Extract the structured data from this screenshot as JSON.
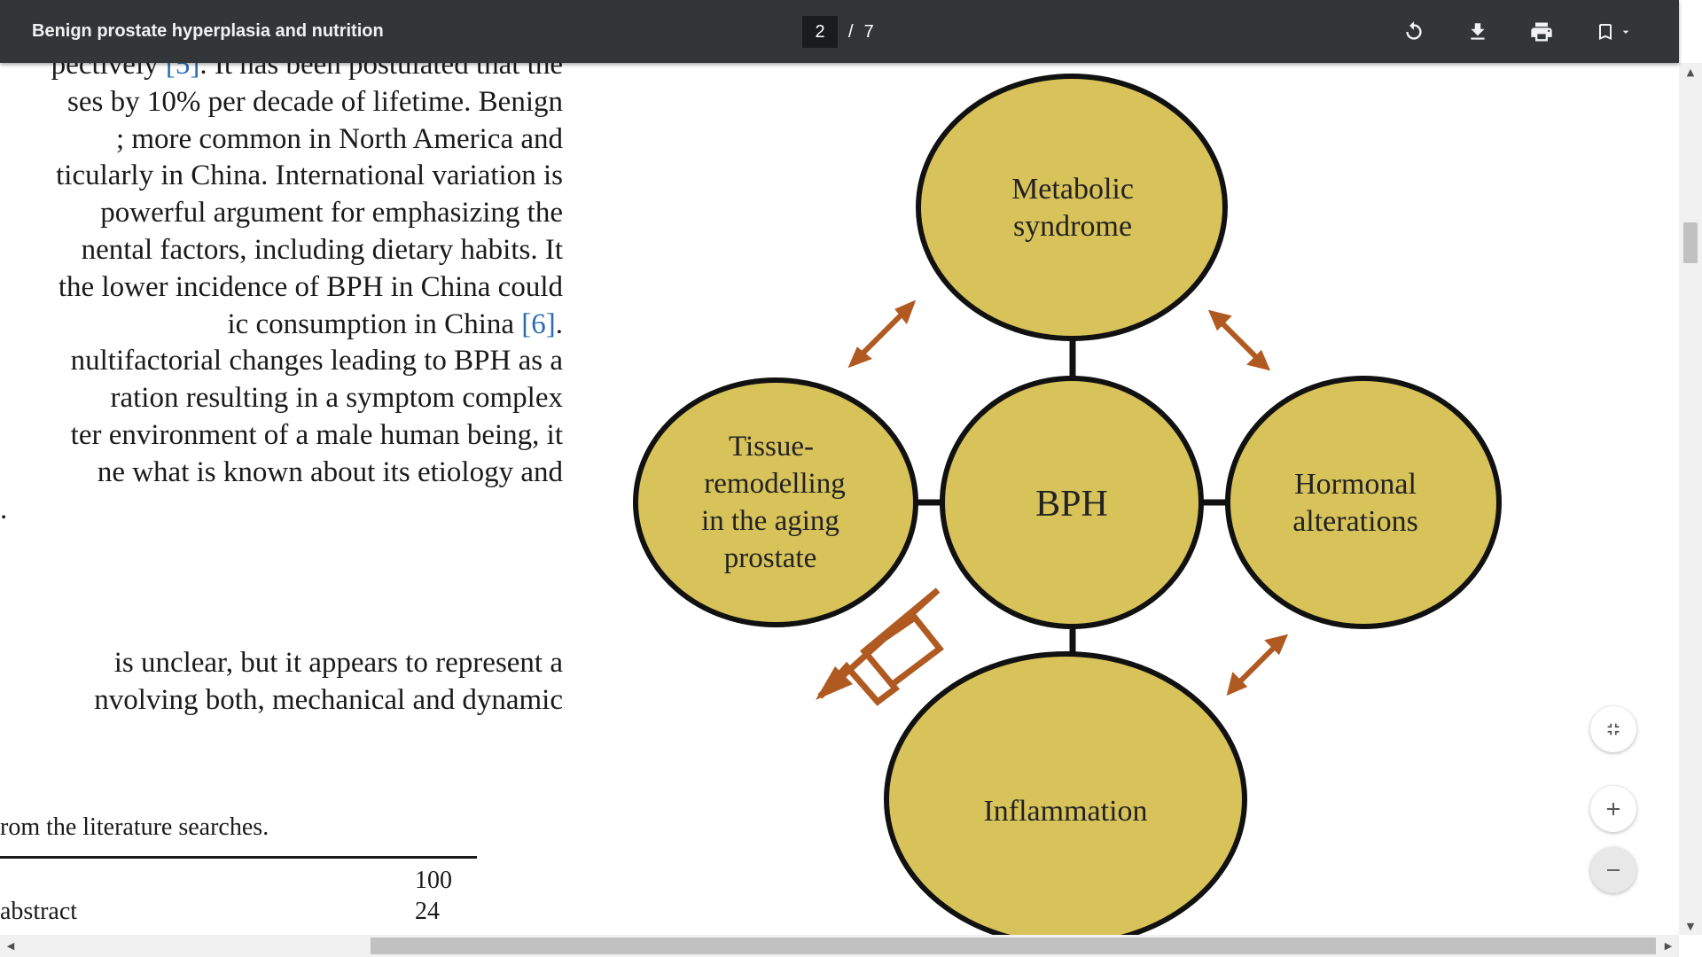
{
  "toolbar": {
    "title": "Benign prostate hyperplasia and nutrition",
    "page_current": "2",
    "page_separator": "/",
    "page_total": "7",
    "icons": [
      "rotate-icon",
      "download-icon",
      "print-icon",
      "bookmark-icon",
      "chevron-down-icon"
    ]
  },
  "document": {
    "paragraph1": [
      {
        "pre": "pectively ",
        "cite": "[5]",
        "post": ". It has been postulated that the"
      },
      {
        "pre": "ses by 10% per decade of lifetime. Benign",
        "cite": "",
        "post": ""
      },
      {
        "pre": "; more common in North America and",
        "cite": "",
        "post": ""
      },
      {
        "pre": "ticularly in China. International variation is",
        "cite": "",
        "post": ""
      },
      {
        "pre": " powerful argument for emphasizing the",
        "cite": "",
        "post": ""
      },
      {
        "pre": "nental factors, including dietary habits. It",
        "cite": "",
        "post": ""
      },
      {
        "pre": " the lower incidence of BPH in China could",
        "cite": "",
        "post": ""
      },
      {
        "pre": "ic consumption in China ",
        "cite": "[6]",
        "post": "."
      },
      {
        "pre": "nultifactorial changes leading to BPH as a",
        "cite": "",
        "post": ""
      },
      {
        "pre": "ration resulting in a symptom complex",
        "cite": "",
        "post": ""
      },
      {
        "pre": "ter environment of a male human being, it",
        "cite": "",
        "post": ""
      },
      {
        "pre": "ne what is known about its etiology and",
        "cite": "",
        "post": ""
      },
      {
        "pre": ".",
        "cite": "",
        "post": ""
      }
    ],
    "paragraph2": [
      " is unclear, but it appears to represent a",
      "nvolving both, mechanical and dynamic"
    ],
    "caption": "rom the literature searches.",
    "table_rows": [
      {
        "label": "",
        "value": "100"
      },
      {
        "label": " abstract",
        "value": "24"
      }
    ]
  },
  "diagram": {
    "center": "BPH",
    "top": [
      "Metabolic",
      "syndrome"
    ],
    "left": [
      "Tissue-",
      "remodelling",
      "in the aging",
      "prostate"
    ],
    "right": [
      "Hormonal",
      "alterations"
    ],
    "bottom": [
      "Inflammation"
    ],
    "node_color": "#d8c25a",
    "arrow_color": "#b05a22"
  },
  "controls": {
    "fit_icon": "fit-to-page-icon",
    "zoom_in_icon": "plus-icon",
    "zoom_out_icon": "minus-icon"
  },
  "colors": {
    "toolbar": "#323639",
    "citation": "#2a6db0"
  }
}
